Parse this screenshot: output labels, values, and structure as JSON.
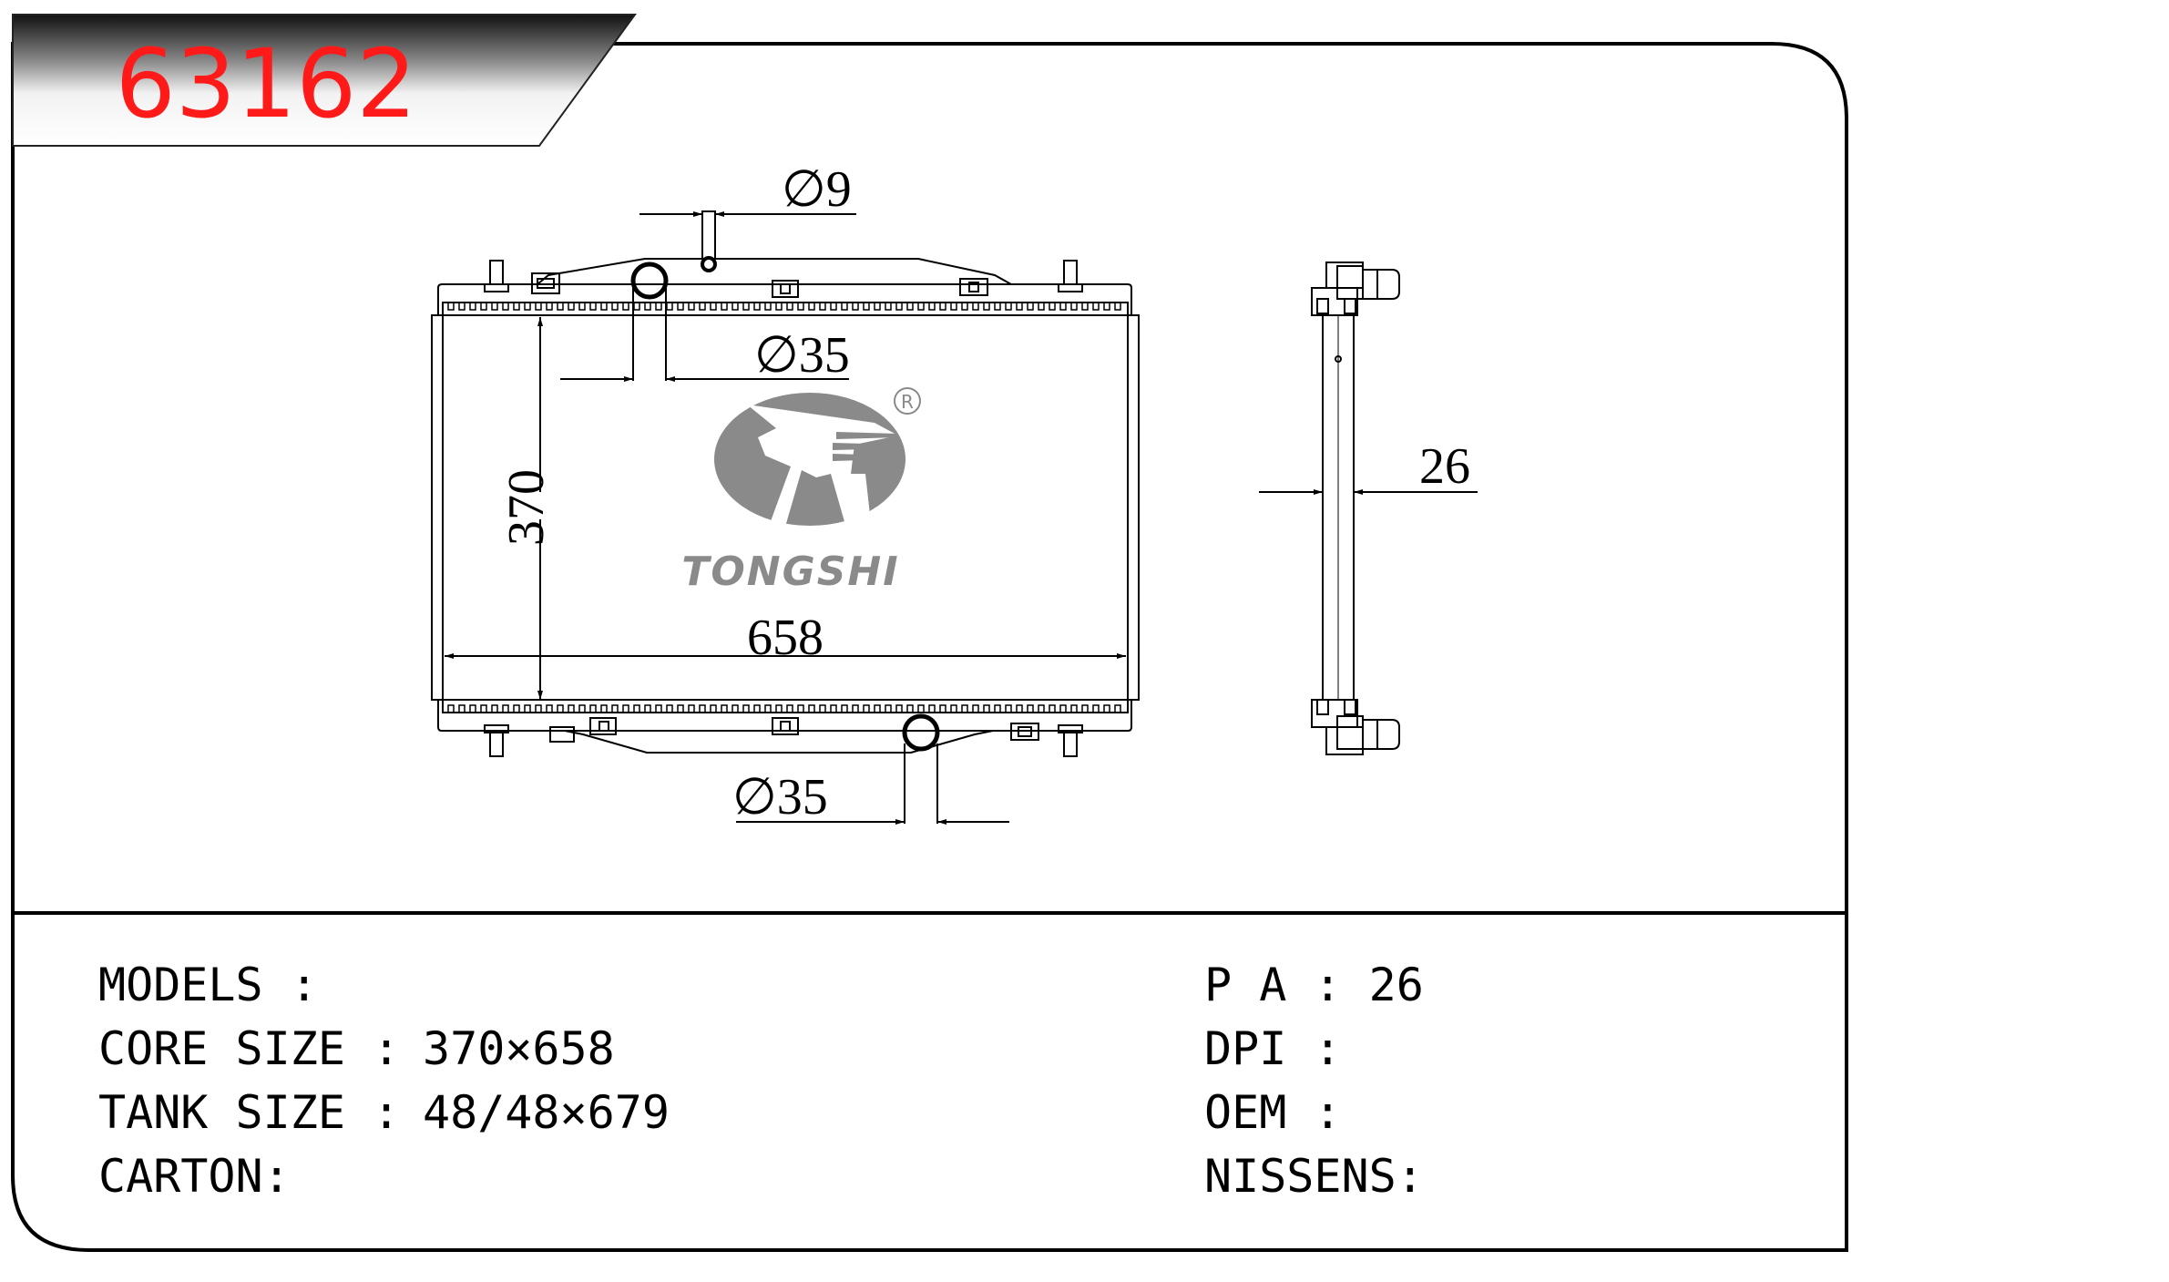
{
  "part_number": "63162",
  "colors": {
    "part_number": "#ff1a1a",
    "line": "#000000",
    "logo_gray": "#8a8a8a",
    "banner_dark": "#1a1a1a",
    "banner_light": "#f4f4f4"
  },
  "drawing": {
    "inlet_pipe_label": "∅9",
    "upper_hose_label": "∅35",
    "lower_hose_label": "∅35",
    "height_label": "370",
    "width_label": "658",
    "thickness_label": "26"
  },
  "logo": {
    "brand": "TONGSHI",
    "registered_mark": "R"
  },
  "specs": {
    "models_label": "MODELS :",
    "models_value": "",
    "core_size_label": "CORE SIZE :",
    "core_size_value": "370×658",
    "tank_size_label": "TANK SIZE :",
    "tank_size_value": "48/48×679",
    "carton_label": "CARTON:",
    "carton_value": "",
    "pa_label": "P A : 26",
    "dpi_label": "DPI :",
    "oem_label": "OEM :",
    "nissens_label": "NISSENS:"
  }
}
